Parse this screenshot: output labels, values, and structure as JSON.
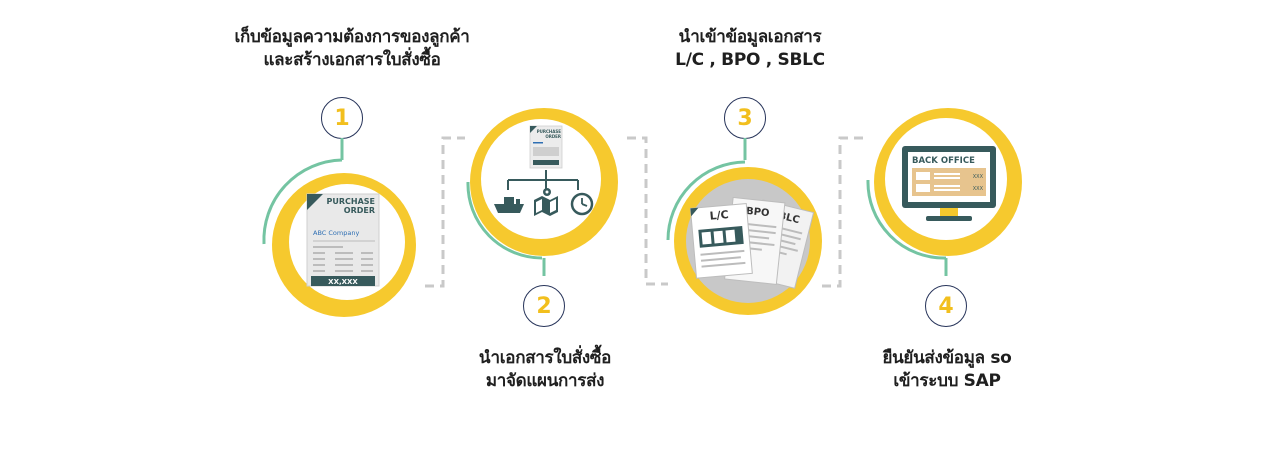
{
  "steps": [
    {
      "number": "1",
      "title_line1": "เก็บข้อมูลความต้องการของลูกค้า",
      "title_line2": "และสร้างเอกสารใบสั่งซื้อ",
      "doc_title_line1": "PURCHASE",
      "doc_title_line2": "ORDER",
      "doc_company": "ABC Company",
      "doc_amount": "XX,XXX"
    },
    {
      "number": "2",
      "title_line1": "นำเอกสารใบสั่งซื้อ",
      "title_line2": "มาจัดแผนการส่ง",
      "doc_title_line1": "PURCHASE",
      "doc_title_line2": "ORDER"
    },
    {
      "number": "3",
      "title_line1": "นำเข้าข้อมูลเอกสาร",
      "title_line2": "L/C , BPO , SBLC",
      "doc_labels": [
        "L/C",
        "BPO",
        "SBLC"
      ]
    },
    {
      "number": "4",
      "title_line1": "ยืนยันส่งข้อมูล so",
      "title_line2": "เข้าระบบ SAP",
      "screen_title": "BACK OFFICE",
      "screen_values": [
        "XXX",
        "XXX"
      ]
    }
  ],
  "colors": {
    "ring": "#f6c92e",
    "accent_green": "#74c4a2",
    "number_text": "#f2bf1d",
    "number_border": "#27345a",
    "dashed": "#c9c9c9",
    "doc_dark": "#375a5c",
    "doc_blue": "#2f6fb3"
  }
}
